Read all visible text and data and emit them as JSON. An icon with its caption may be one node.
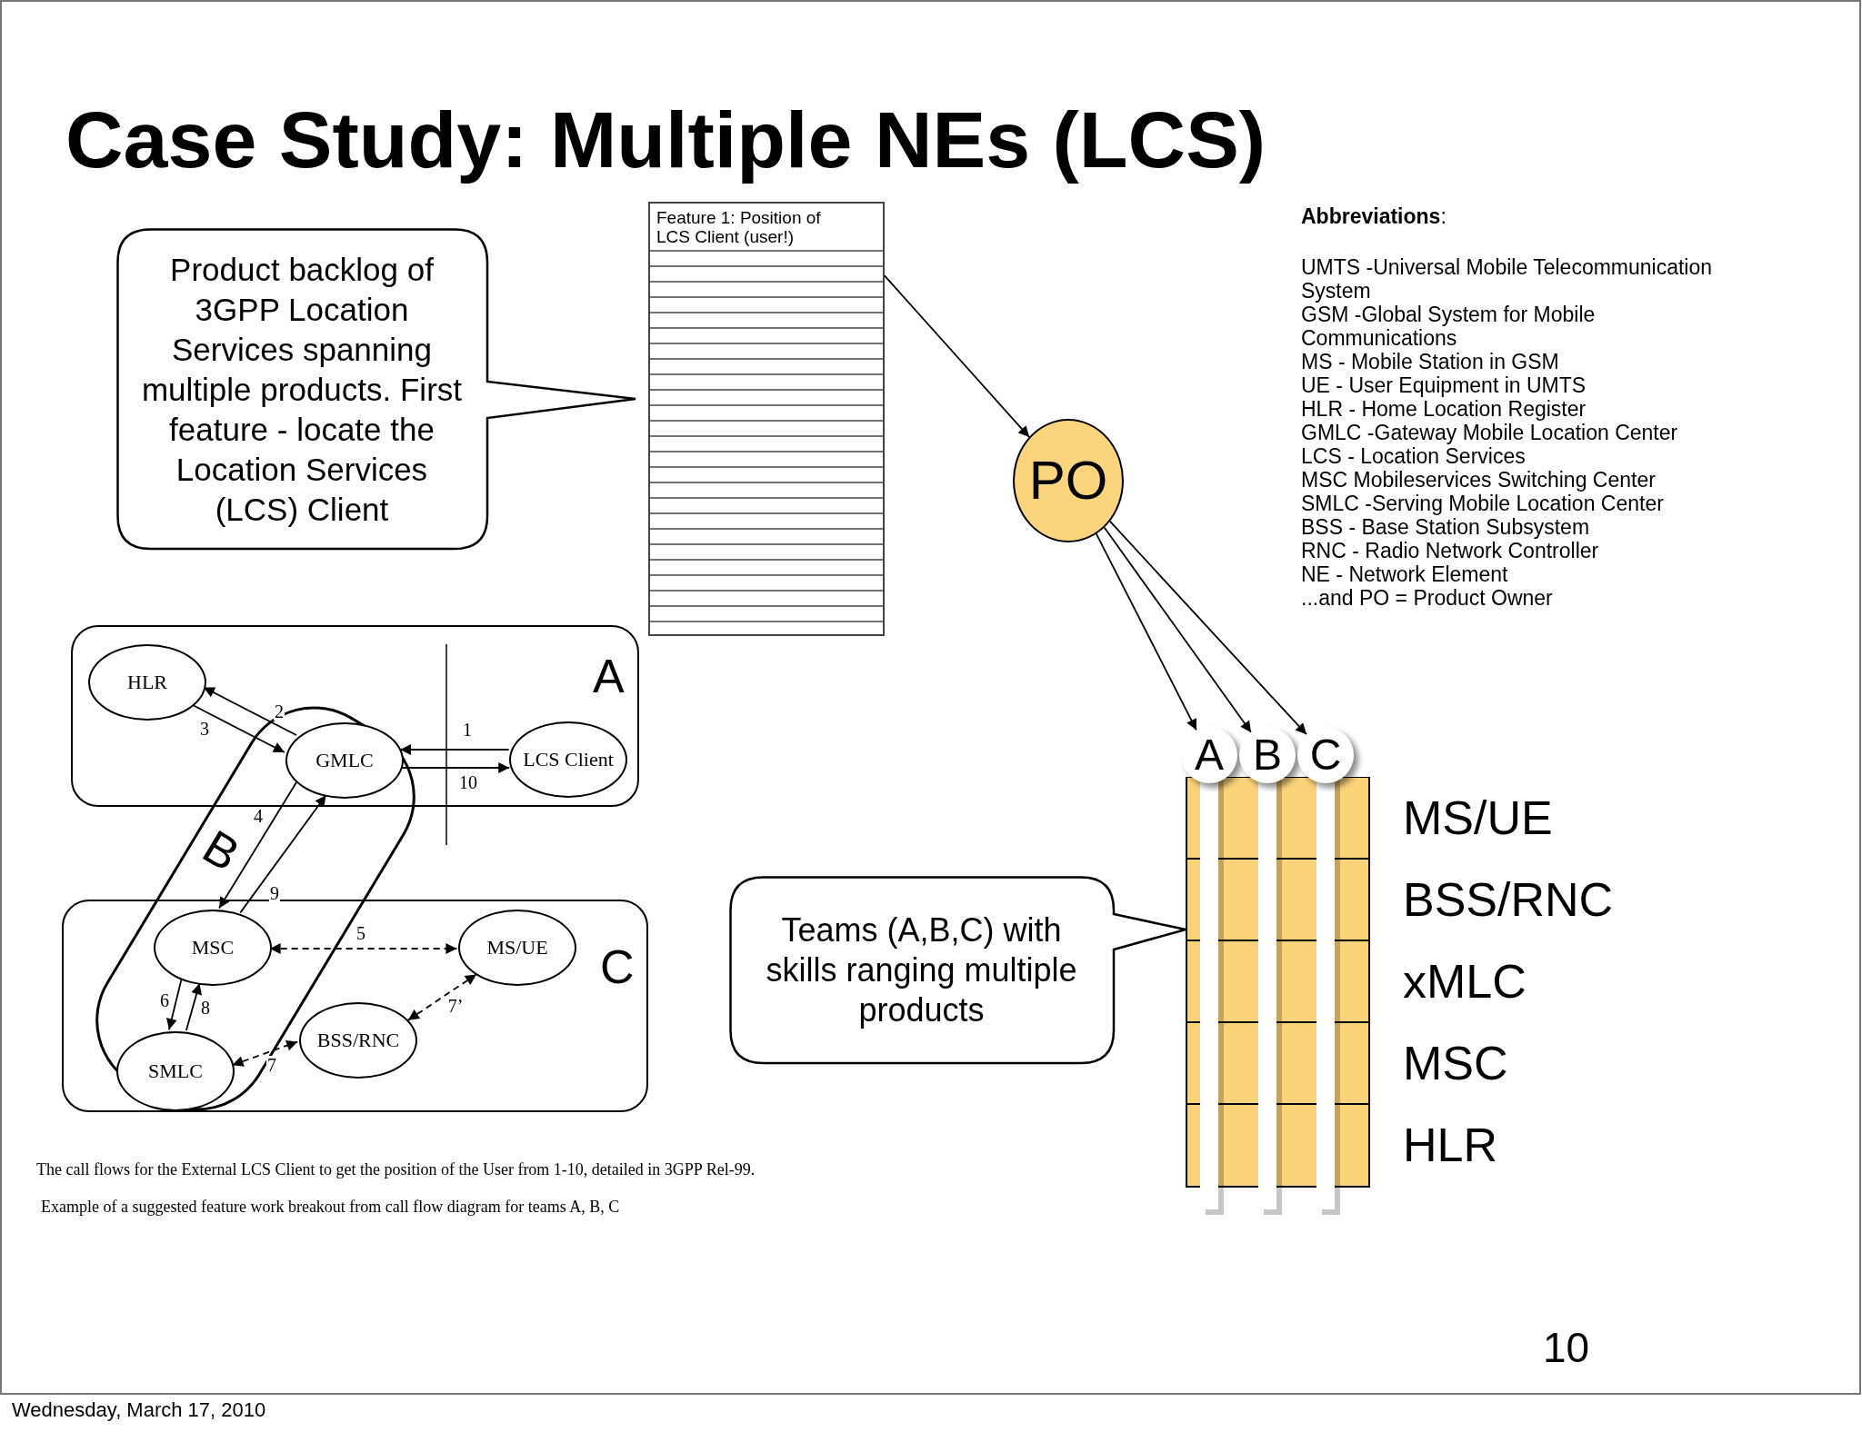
{
  "diagram": {
    "title": "Case Study: Multiple NEs (LCS)",
    "nodes": [
      {
        "text": [
          "Product backlog of 3GPP Location Services spanning multiple products. First feature - locate the Location Services (LCS) Client"
        ]
      },
      {
        "text": [
          "Feature 1: Position of LCS Client (user!)"
        ]
      },
      {
        "text": [
          "PO"
        ]
      },
      {
        "text": [
          "A"
        ]
      },
      {
        "text": [
          "C"
        ]
      },
      {
        "text": [
          "HLR"
        ],
        "in": 3
      },
      {
        "text": [
          "GMLC"
        ],
        "in": 3
      },
      {
        "text": [
          "LCS Client"
        ],
        "in": 3
      },
      {
        "text": [
          "MSC"
        ],
        "in": 4
      },
      {
        "text": [
          "MS/UE"
        ],
        "in": 4
      },
      {
        "text": [
          "SMLC"
        ],
        "in": 4
      },
      {
        "text": [
          "BSS/RNC"
        ],
        "in": 4
      },
      {
        "text": [
          "Teams (A,B,C) with skills ranging multiple products"
        ]
      },
      {
        "text": [
          "A"
        ]
      },
      {
        "text": [
          "B"
        ]
      },
      {
        "text": [
          "C"
        ]
      }
    ],
    "edges": [
      {
        "from": 1,
        "to": 2,
        "arrow": "to"
      },
      {
        "from": 2,
        "to": 13,
        "arrow": "to"
      },
      {
        "from": 2,
        "to": 14,
        "arrow": "to"
      },
      {
        "from": 2,
        "to": 15,
        "arrow": "to"
      },
      {
        "from": 7,
        "to": 6,
        "arrow": "to",
        "label": "1"
      },
      {
        "from": 6,
        "to": 5,
        "arrow": "to",
        "label": "2"
      },
      {
        "from": 5,
        "to": 6,
        "arrow": "to",
        "label": "3"
      },
      {
        "from": 6,
        "to": 8,
        "arrow": "to",
        "label": "4"
      },
      {
        "from": 8,
        "to": 9,
        "arrow": "both",
        "label": "5",
        "style": "dashed"
      },
      {
        "from": 8,
        "to": 10,
        "arrow": "to",
        "label": "6"
      },
      {
        "from": 10,
        "to": 11,
        "arrow": "both",
        "label": "7",
        "style": "dashed"
      },
      {
        "from": 11,
        "to": 9,
        "arrow": "both",
        "label": "7’",
        "style": "dashed"
      },
      {
        "from": 10,
        "to": 8,
        "arrow": "to",
        "label": "8"
      },
      {
        "from": 8,
        "to": 6,
        "arrow": "to",
        "label": "9"
      },
      {
        "from": 6,
        "to": 7,
        "arrow": "to",
        "label": "10"
      }
    ],
    "labels": [
      "**Abbreviations**:",
      "UMTS -Universal Mobile Telecommunication System",
      "GSM -Global System for Mobile Communications",
      "MS - Mobile Station in GSM",
      "UE - User Equipment in UMTS",
      "HLR - Home Location Register",
      "GMLC -Gateway Mobile Location Center",
      "LCS - Location Services",
      "MSC Mobileservices Switching Center",
      "SMLC -Serving Mobile Location Center",
      "BSS - Base Station Subsystem",
      "RNC - Radio Network Controller",
      "NE - Network Element",
      "...and PO = Product Owner",
      "MS/UE",
      "BSS/RNC",
      "xMLC",
      "MSC",
      "HLR",
      "The call flows for the External LCS Client to get the position of the User from 1-10, detailed in 3GPP Rel-99.",
      "Example of a suggested feature work breakout from call flow diagram for teams A, B, C",
      "10",
      "Wednesday, March 17, 2010",
      "B"
    ]
  }
}
